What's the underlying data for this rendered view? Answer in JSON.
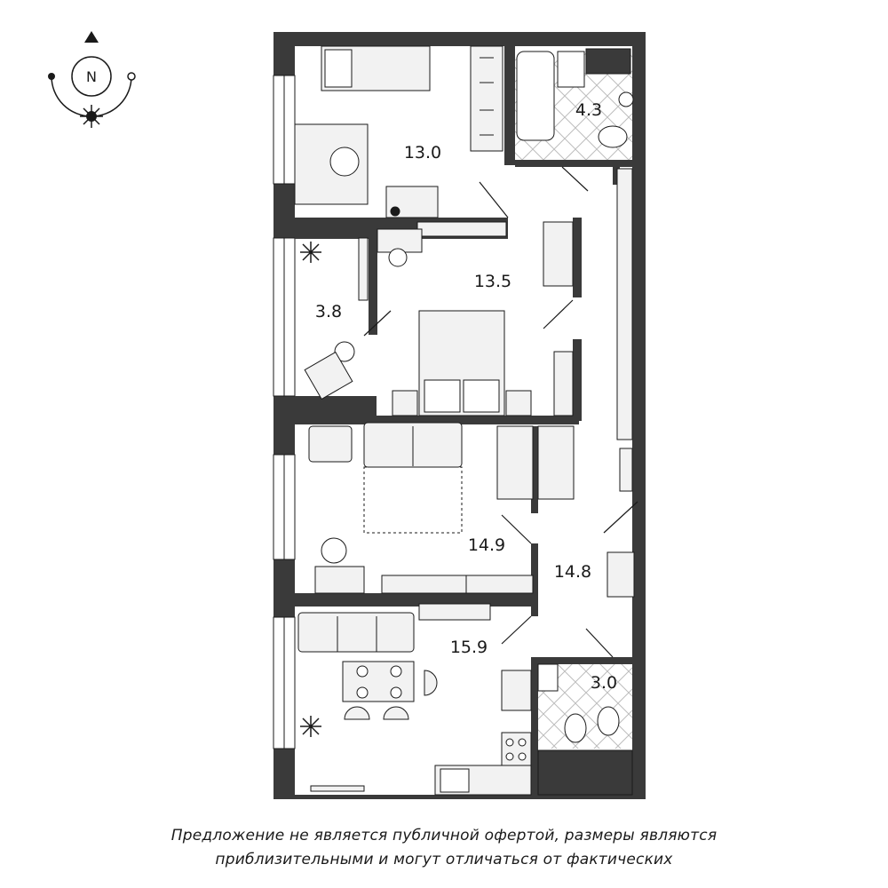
{
  "compass": {
    "letter": "N"
  },
  "rooms": [
    {
      "id": "bedroom-top",
      "area": "13.0"
    },
    {
      "id": "bathroom-top",
      "area": "4.3"
    },
    {
      "id": "bedroom-master",
      "area": "13.5"
    },
    {
      "id": "balcony",
      "area": "3.8"
    },
    {
      "id": "living-room",
      "area": "14.9"
    },
    {
      "id": "hallway",
      "area": "14.8"
    },
    {
      "id": "kitchen",
      "area": "15.9"
    },
    {
      "id": "bathroom-bottom",
      "area": "3.0"
    }
  ],
  "disclaimer": {
    "line1": "Предложение не является публичной офертой, размеры являются",
    "line2": "приблизительными и могут отличаться от фактических"
  },
  "colors": {
    "wall": "#3a3a3a",
    "line": "#1a1a1a",
    "tile": "#bdbdbd",
    "furniture": "#f2f2f2"
  }
}
